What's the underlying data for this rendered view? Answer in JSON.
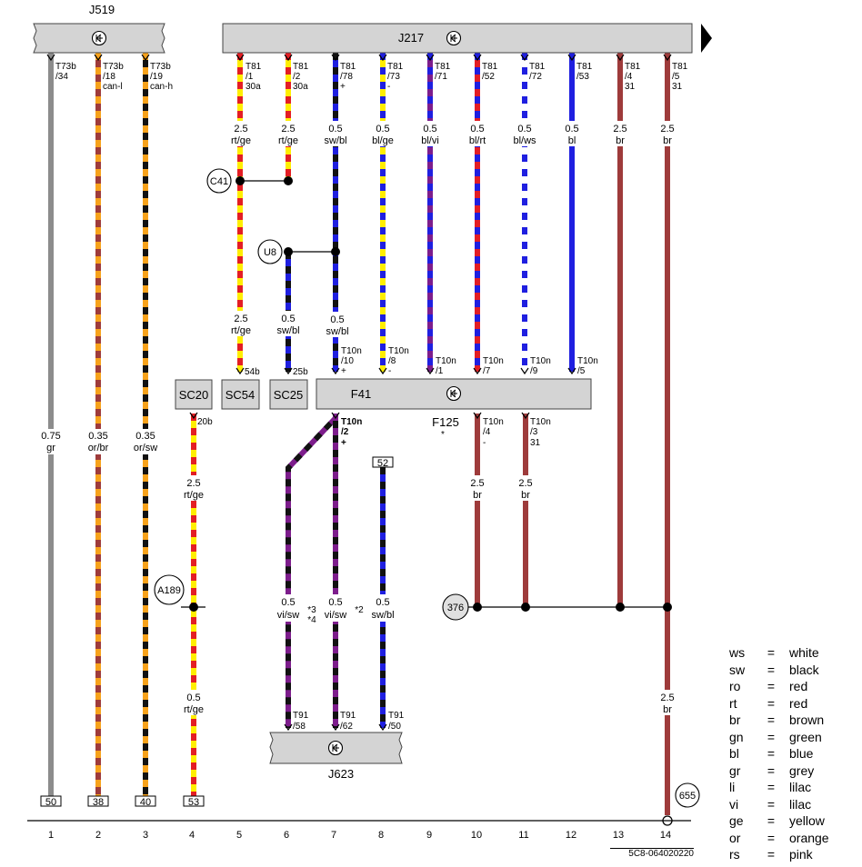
{
  "components": {
    "j519": {
      "label": "J519"
    },
    "j217": {
      "label": "J217"
    },
    "f41": {
      "label": "F41"
    },
    "f125": {
      "label": "F125",
      "note": "*"
    },
    "j623": {
      "label": "J623"
    },
    "sc20": {
      "label": "SC20"
    },
    "sc54": {
      "label": "SC54"
    },
    "sc25": {
      "label": "SC25"
    }
  },
  "connectors": {
    "j519_pins": [
      {
        "id": "T73b",
        "pin": "/34",
        "signal": ""
      },
      {
        "id": "T73b",
        "pin": "/18",
        "signal": "can-l"
      },
      {
        "id": "T73b",
        "pin": "/19",
        "signal": "can-h"
      }
    ],
    "j217_pins": [
      {
        "id": "T81",
        "pin": "/1",
        "signal": "30a"
      },
      {
        "id": "T81",
        "pin": "/2",
        "signal": "30a"
      },
      {
        "id": "T81",
        "pin": "/78",
        "signal": "+"
      },
      {
        "id": "T81",
        "pin": "/73",
        "signal": "-"
      },
      {
        "id": "T81",
        "pin": "/71",
        "signal": ""
      },
      {
        "id": "T81",
        "pin": "/52",
        "signal": ""
      },
      {
        "id": "T81",
        "pin": "/72",
        "signal": ""
      },
      {
        "id": "T81",
        "pin": "/53",
        "signal": ""
      },
      {
        "id": "T81",
        "pin": "/4",
        "signal": "31"
      },
      {
        "id": "T81",
        "pin": "/5",
        "signal": "31"
      }
    ],
    "f41_top_pins": [
      {
        "id": "T10n",
        "pin": "/10",
        "signal": "+"
      },
      {
        "id": "T10n",
        "pin": "/8",
        "signal": "-"
      },
      {
        "id": "T10n",
        "pin": "/1",
        "signal": ""
      },
      {
        "id": "T10n",
        "pin": "/7",
        "signal": ""
      },
      {
        "id": "T10n",
        "pin": "/9",
        "signal": ""
      },
      {
        "id": "T10n",
        "pin": "/5",
        "signal": ""
      }
    ],
    "f41_bottom_pins": [
      {
        "id": "T10n",
        "pin": "/2",
        "signal": "+"
      },
      {
        "id": "T10n",
        "pin": "/4",
        "signal": "-"
      },
      {
        "id": "T10n",
        "pin": "/3",
        "signal": "31"
      }
    ],
    "j623_pins": [
      {
        "id": "T91",
        "pin": "/58"
      },
      {
        "id": "T91",
        "pin": "/62"
      },
      {
        "id": "T91",
        "pin": "/50"
      }
    ],
    "sc_pins": {
      "sc54": "54b",
      "sc25": "25b",
      "sc20": "20b"
    }
  },
  "wires": {
    "w1": {
      "size": "0.75",
      "color": "gr"
    },
    "w2": {
      "size": "0.35",
      "color": "or/br"
    },
    "w3": {
      "size": "0.35",
      "color": "or/sw"
    },
    "w4a": {
      "size": "2.5",
      "color": "rt/ge"
    },
    "w4b": {
      "size": "0.5",
      "color": "rt/ge"
    },
    "w5a": {
      "size": "2.5",
      "color": "rt/ge"
    },
    "w5b": {
      "size": "2.5",
      "color": "rt/ge"
    },
    "w6a": {
      "size": "2.5",
      "color": "rt/ge"
    },
    "w6b": {
      "size": "0.5",
      "color": "sw/bl"
    },
    "w6c": {
      "size": "0.5",
      "color": "vi/sw",
      "notes": [
        "*3",
        "*4"
      ]
    },
    "w7a": {
      "size": "0.5",
      "color": "sw/bl"
    },
    "w7b": {
      "size": "0.5",
      "color": "sw/bl"
    },
    "w7c": {
      "size": "0.5",
      "color": "vi/sw",
      "note": "*2"
    },
    "w8a": {
      "size": "0.5",
      "color": "bl/ge"
    },
    "w8b": {
      "size": "0.5",
      "color": "sw/bl"
    },
    "w9": {
      "size": "0.5",
      "color": "bl/vi"
    },
    "w10a": {
      "size": "0.5",
      "color": "bl/rt"
    },
    "w10b": {
      "size": "2.5",
      "color": "br"
    },
    "w11a": {
      "size": "0.5",
      "color": "bl/ws"
    },
    "w11b": {
      "size": "2.5",
      "color": "br"
    },
    "w12": {
      "size": "0.5",
      "color": "bl"
    },
    "w13": {
      "size": "2.5",
      "color": "br"
    },
    "w14a": {
      "size": "2.5",
      "color": "br"
    },
    "w14b": {
      "size": "2.5",
      "color": "br"
    }
  },
  "splices": {
    "c41": "C41",
    "u8": "U8",
    "a189": "A189",
    "s376": "376",
    "s655": "655"
  },
  "terminals": {
    "t50": "50",
    "t38": "38",
    "t40": "40",
    "t53": "53",
    "t52": "52"
  },
  "columns": [
    "1",
    "2",
    "3",
    "4",
    "5",
    "6",
    "7",
    "8",
    "9",
    "10",
    "11",
    "12",
    "13",
    "14"
  ],
  "colors": {
    "gr": "#8c8c8c",
    "or": "#f7a21b",
    "br": "#9e3b3b",
    "sw": "#111111",
    "rt": "#e31e24",
    "ge": "#ffee00",
    "bl": "#1f1fe0",
    "vi": "#7d1d8c",
    "ws": "#ffffff",
    "box": "#d4d4d4"
  },
  "legend": [
    {
      "abbr": "ws",
      "name": "white"
    },
    {
      "abbr": "sw",
      "name": "black"
    },
    {
      "abbr": "ro",
      "name": "red"
    },
    {
      "abbr": "rt",
      "name": "red"
    },
    {
      "abbr": "br",
      "name": "brown"
    },
    {
      "abbr": "gn",
      "name": "green"
    },
    {
      "abbr": "bl",
      "name": "blue"
    },
    {
      "abbr": "gr",
      "name": "grey"
    },
    {
      "abbr": "li",
      "name": "lilac"
    },
    {
      "abbr": "vi",
      "name": "lilac"
    },
    {
      "abbr": "ge",
      "name": "yellow"
    },
    {
      "abbr": "or",
      "name": "orange"
    },
    {
      "abbr": "rs",
      "name": "pink"
    }
  ],
  "legend_eq": "=",
  "reference_code": "5C8-064020220"
}
